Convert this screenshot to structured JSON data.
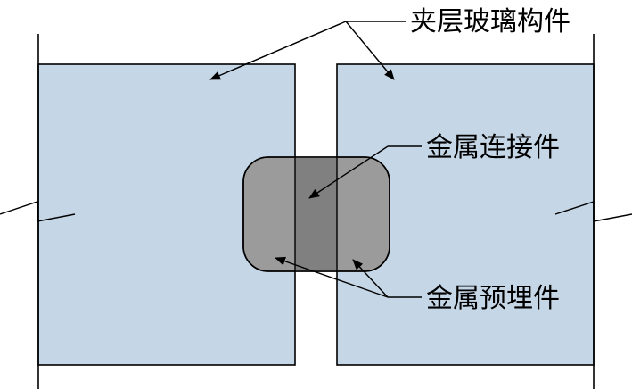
{
  "labels": {
    "laminated_glass": "夹层玻璃构件",
    "metal_connector": "金属连接件",
    "metal_embedded": "金属预埋件"
  },
  "colors": {
    "glass_fill": "#c5d6e6",
    "embed_fill": "#9b9b9b",
    "connector_fill": "#808080",
    "stroke": "#000000"
  }
}
